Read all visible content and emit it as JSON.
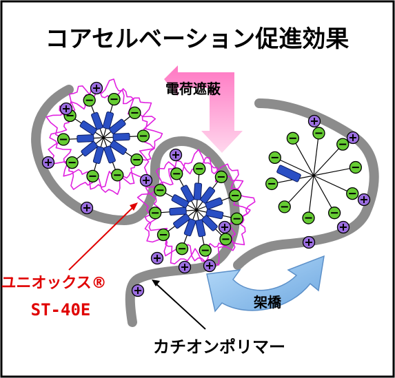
{
  "title": "コアセルベーション促進効果",
  "labels": {
    "charge_shielding": "電荷遮蔽",
    "crosslink": "架橋",
    "product_name": "ユニオックス®",
    "product_code": "ST-40E",
    "cationic_polymer": "カチオンポリマー"
  },
  "icons": {
    "positive_charge": "plus-charge-icon",
    "negative_charge": "minus-charge-icon"
  },
  "colors": {
    "polymer_backbone": "#8c8c8c",
    "pink_chain": "#e020e0",
    "hydrophobic_block": "#2a4fc4",
    "negative_bead": "#66cc33",
    "positive_bead": "#9b6ee0",
    "pink_arrow": "#ff80c8",
    "blue_arrow": "#8fc0ee",
    "product_label": "#e00000",
    "text": "#000000"
  }
}
